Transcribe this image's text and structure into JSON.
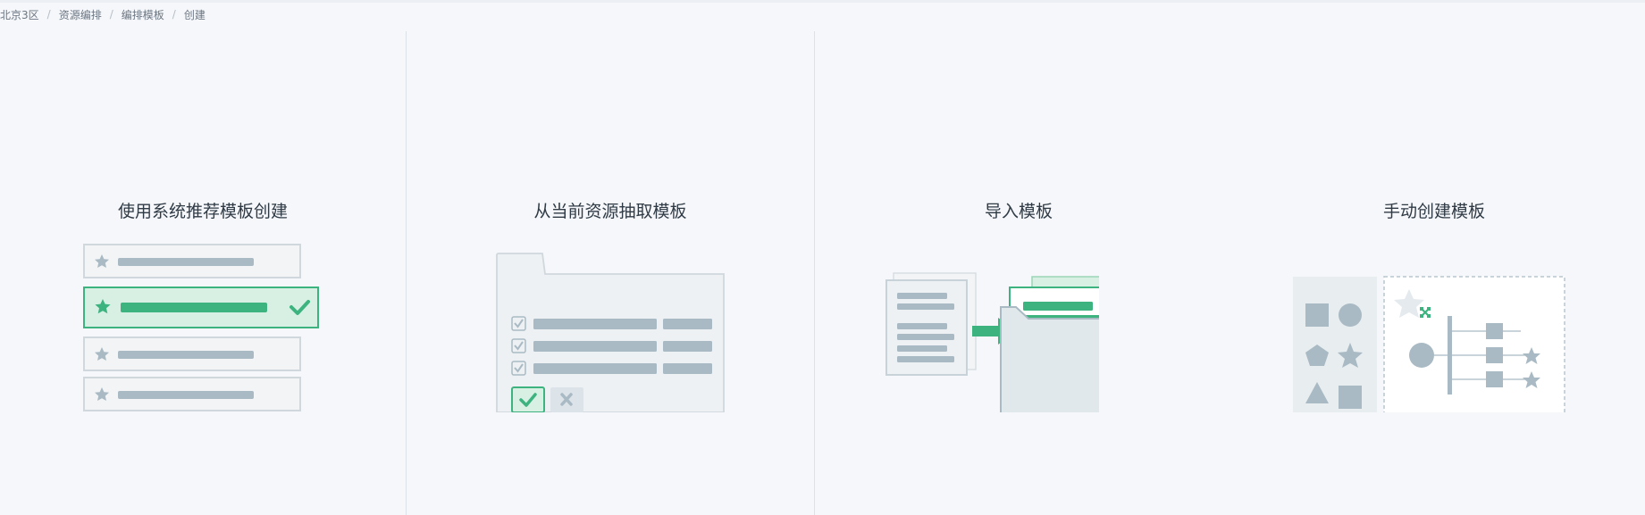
{
  "breadcrumb": {
    "items": [
      "北京3区",
      "资源编排",
      "编排模板",
      "创建"
    ],
    "separator": "/"
  },
  "options": [
    {
      "id": "system-recommended",
      "title": "使用系统推荐模板创建",
      "illustration": "template-list-illustration"
    },
    {
      "id": "extract-from-resources",
      "title": "从当前资源抽取模板",
      "illustration": "resource-folder-checklist-illustration"
    },
    {
      "id": "import",
      "title": "导入模板",
      "illustration": "document-import-folder-illustration"
    },
    {
      "id": "manual",
      "title": "手动创建模板",
      "illustration": "shape-palette-canvas-illustration"
    }
  ],
  "colors": {
    "accent": "#3db37f",
    "accent_light": "#d8f0e4",
    "bar_gray": "#a9bac4",
    "background": "#f5f7fa",
    "divider": "#dde2e8"
  }
}
